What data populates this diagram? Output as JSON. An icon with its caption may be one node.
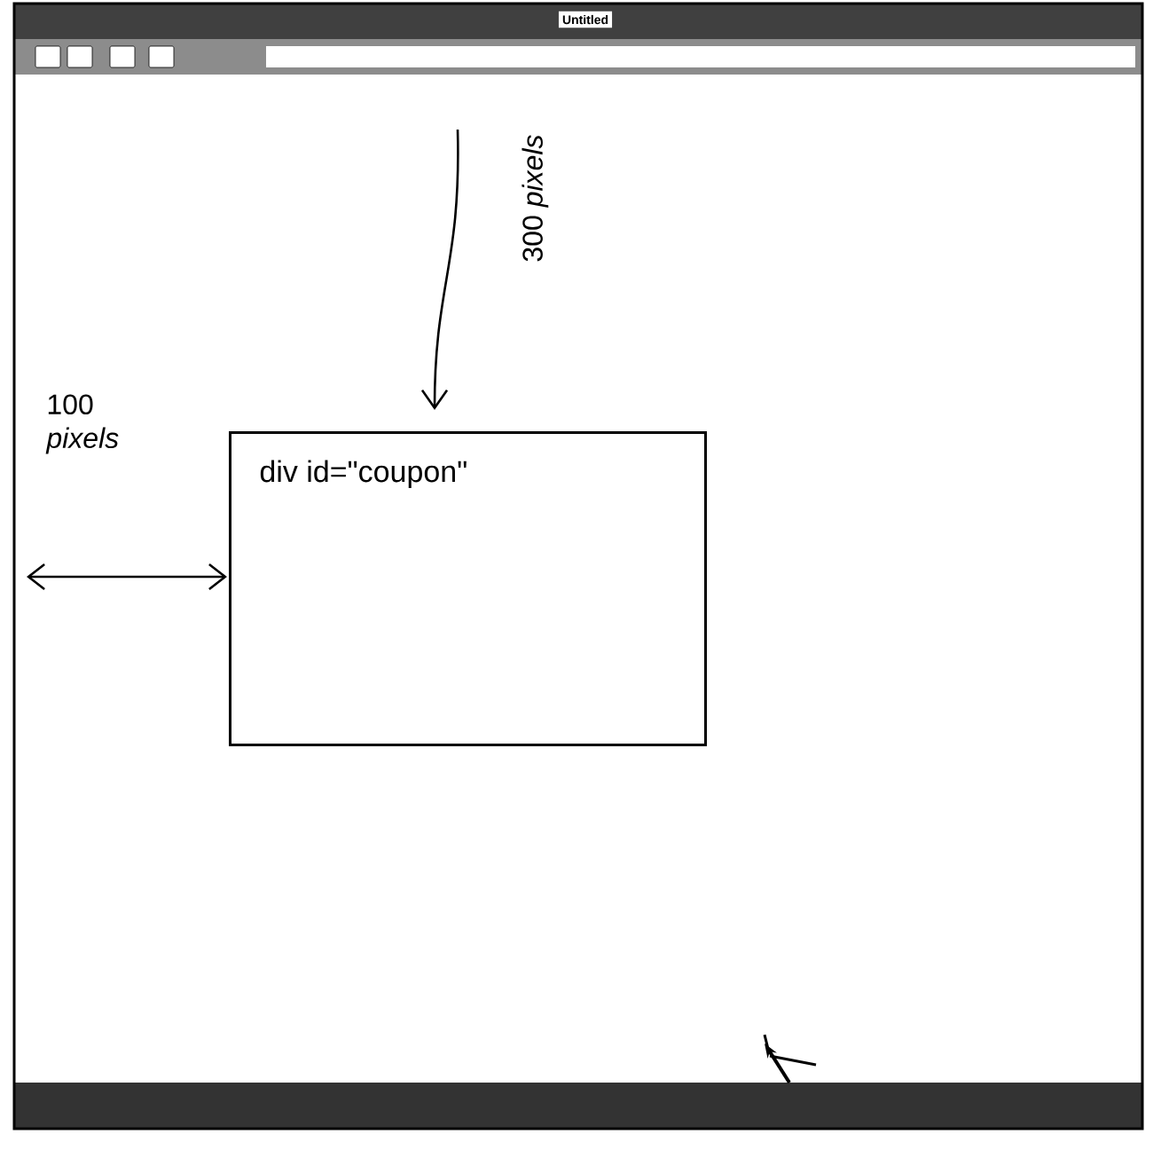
{
  "diagram": {
    "nodes": [
      {
        "text": [
          "Untitled"
        ]
      },
      {
        "text": [
          "div id=\"coupon\""
        ],
        "in": 0
      }
    ],
    "edges": [],
    "labels": [
      "100 *pixels*",
      "300 *pixels*"
    ]
  }
}
